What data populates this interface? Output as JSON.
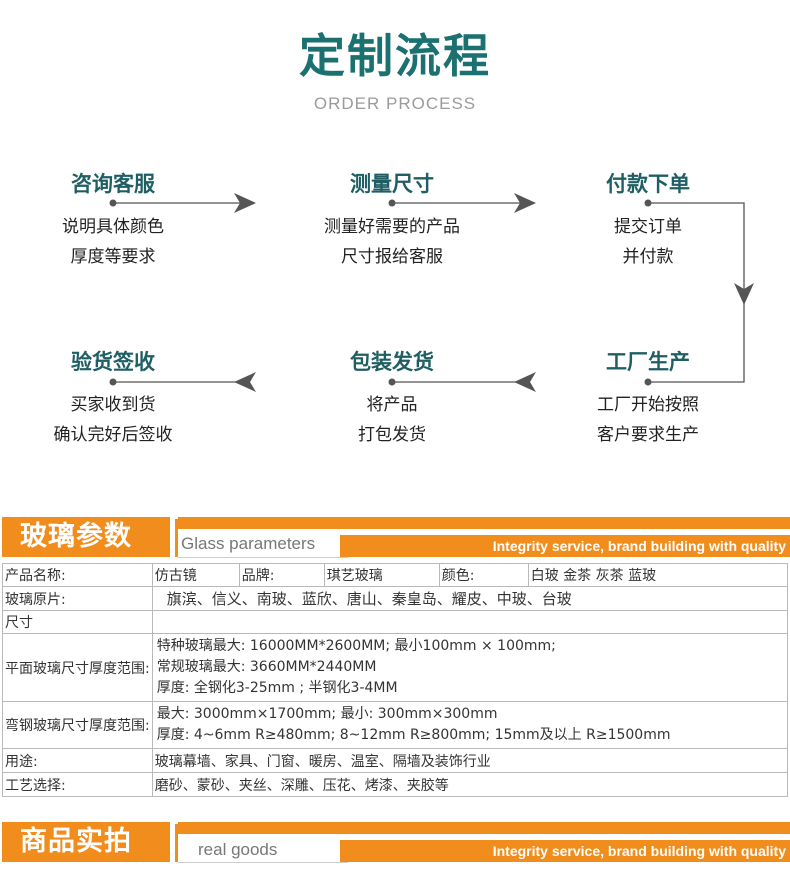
{
  "header": {
    "title": "定制流程",
    "subtitle": "ORDER PROCESS"
  },
  "steps": [
    {
      "title": "咨询客服",
      "desc": [
        "说明具体颜色",
        "厚度等要求"
      ]
    },
    {
      "title": "测量尺寸",
      "desc": [
        "测量好需要的产品",
        "尺寸报给客服"
      ]
    },
    {
      "title": "付款下单",
      "desc": [
        "提交订单",
        "并付款"
      ]
    },
    {
      "title": "工厂生产",
      "desc": [
        "工厂开始按照",
        "客户要求生产"
      ]
    },
    {
      "title": "包装发货",
      "desc": [
        "将产品",
        "打包发货"
      ]
    },
    {
      "title": "验货签收",
      "desc": [
        "买家收到货",
        "确认完好后签收"
      ]
    }
  ],
  "params_banner": {
    "title": "玻璃参数",
    "en": "Glass parameters",
    "slogan": "Integrity service, brand building with quality"
  },
  "params": {
    "name_label": "产品名称:",
    "name_value": "仿古镜",
    "brand_label": "品牌:",
    "brand_value": "琪艺玻璃",
    "color_label": "颜色:",
    "color_value": "白玻 金茶 灰茶 蓝玻",
    "origin_label": "玻璃原片:",
    "origin_value": "旗滨、信义、南玻、蓝欣、唐山、秦皇岛、耀皮、中玻、台玻",
    "size_label": "尺寸",
    "flat_label": "平面玻璃尺寸厚度范围:",
    "flat_lines": [
      "特种玻璃最大: 16000MM*2600MM; 最小100mm × 100mm;",
      "常规玻璃最大: 3660MM*2440MM",
      "厚度: 全钢化3-25mm ; 半钢化3-4MM"
    ],
    "bent_label": "弯钢玻璃尺寸厚度范围:",
    "bent_lines": [
      "最大: 3000mm×1700mm; 最小: 300mm×300mm",
      "厚度: 4~6mm R≥480mm; 8~12mm R≥800mm; 15mm及以上 R≥1500mm"
    ],
    "use_label": "用途:",
    "use_value": "玻璃幕墙、家具、门窗、暖房、温室、隔墙及装饰行业",
    "craft_label": "工艺选择:",
    "craft_value": "磨砂、蒙砂、夹丝、深雕、压花、烤漆、夹胶等"
  },
  "goods_banner": {
    "title": "商品实拍",
    "en": "real goods",
    "slogan": "Integrity service, brand building with quality"
  },
  "colors": {
    "accent": "#f08d1c",
    "title_teal": "#1b7070"
  }
}
